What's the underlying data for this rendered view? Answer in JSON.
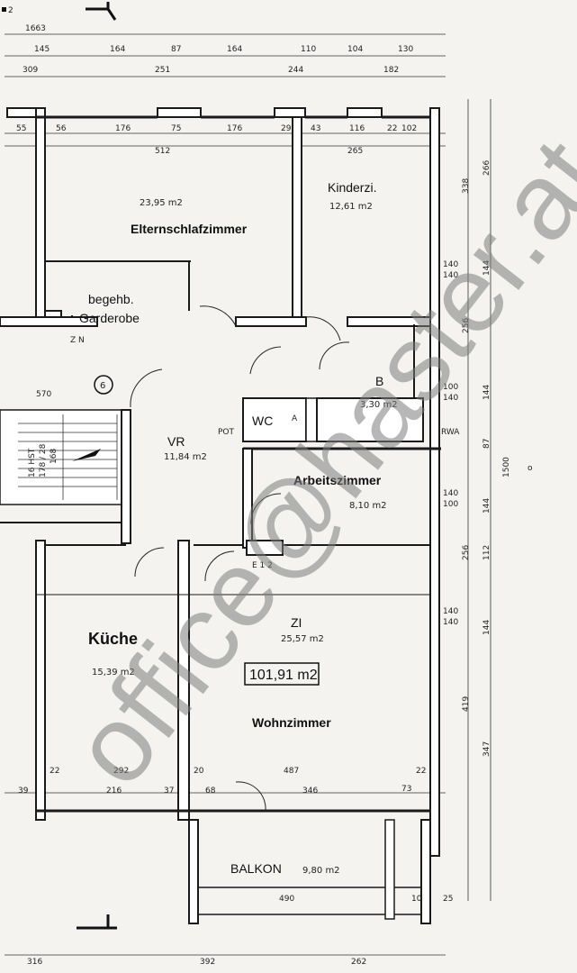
{
  "rooms": {
    "eltern": {
      "label": "Elternschlafzimmer",
      "area": "23,95 m2"
    },
    "kinder": {
      "label": "Kinderzi.",
      "area": "12,61 m2"
    },
    "garderobe": {
      "label_1": "begehb.",
      "label_2": "Garderobe"
    },
    "vr": {
      "label": "VR",
      "area": "11,84 m2"
    },
    "wc": {
      "label": "WC",
      "sub": "A"
    },
    "bad": {
      "label": "B",
      "area": "3,30 m2"
    },
    "arbeit": {
      "label": "Arbeitszimmer",
      "area": "8,10 m2"
    },
    "kueche": {
      "label": "Küche",
      "area": "15,39 m2"
    },
    "zi": {
      "label": "ZI",
      "area": "25,57 m2"
    },
    "wohn": {
      "label": "Wohnzimmer"
    },
    "balkon": {
      "label": "BALKON",
      "area": "9,80 m2"
    }
  },
  "total_area": "101,91 m2",
  "markers": {
    "sheet": "2",
    "stair_number": "6",
    "stair": "16 HST",
    "stair_dims": "178 / 28",
    "stair_w": "168",
    "pot": "POT",
    "rwa": "RWA",
    "e12": "E 1 2",
    "zn": "Z N",
    "s570": "570"
  },
  "dims_top": [
    "1663",
    "145",
    "164",
    "87",
    "164",
    "110",
    "104",
    "130",
    "309",
    "251",
    "244",
    "182"
  ],
  "dims_wall": [
    "55",
    "56",
    "176",
    "75",
    "176",
    "29",
    "43",
    "116",
    "22",
    "102",
    "512",
    "265"
  ],
  "dims_right": [
    "338",
    "266",
    "140",
    "140",
    "144",
    "256",
    "100",
    "140",
    "144",
    "87",
    "1500",
    "140",
    "100",
    "144",
    "112",
    "256",
    "140",
    "140",
    "144",
    "419",
    "347"
  ],
  "dims_bottom": [
    "316",
    "392",
    "262",
    "490",
    "10",
    "25",
    "39",
    "216",
    "37",
    "68",
    "346",
    "73",
    "22",
    "292",
    "20",
    "487",
    "22"
  ],
  "watermark": "office@haster.at"
}
